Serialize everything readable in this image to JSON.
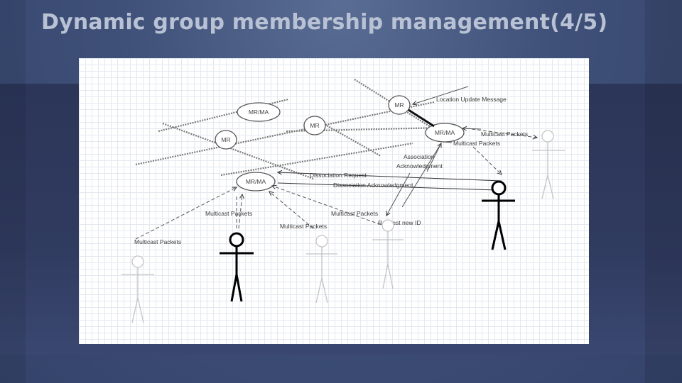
{
  "slide": {
    "title": "Dynamic group membership management(4/5)"
  },
  "diagram": {
    "nodes": {
      "mrma_top_left": "MR/MA",
      "mr_center": "MR",
      "mr_left": "MR",
      "mr_top_right": "MR",
      "mrma_right": "MR/MA",
      "mrma_lower": "MR/MA"
    },
    "labels": {
      "location_update": "Location Update Message",
      "multicast_right_1": "Multicast Packets",
      "multicast_right_2": "Multicast Packets",
      "association_ack": "Association\nAcknowledgment",
      "association_line1": "Association",
      "association_line2": "Acknowledgment",
      "dissociation_request": "Dissociation Request",
      "dissociation_ack": "Dissociation Acknowledgment",
      "multicast_a": "Multicast Packets",
      "multicast_b": "Multicast Packets",
      "multicast_c": "Multicast Packets",
      "multicast_d": "Multicast Packets",
      "request_new_id": "Request new ID"
    }
  }
}
